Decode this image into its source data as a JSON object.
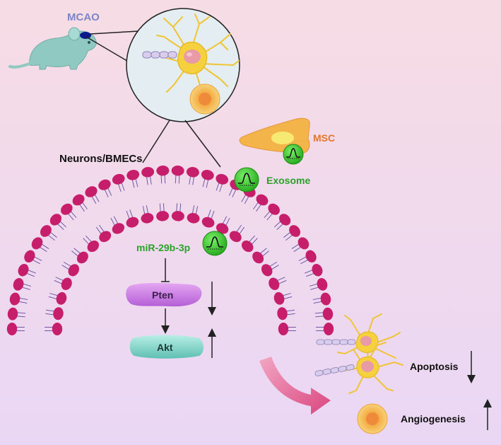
{
  "labels": {
    "mcao": "MCAO",
    "neurons_bmecs": "Neurons/BMECs",
    "msc": "MSC",
    "exosome": "Exosome",
    "mirna": "miR-29b-3p",
    "pten": "Pten",
    "akt": "Akt",
    "apoptosis": "Apoptosis",
    "angiogenesis": "Angiogenesis"
  },
  "colors": {
    "background_top": "#F5DDE6",
    "background_bottom": "#EAD8F4",
    "membrane_head": "#C71E6C",
    "membrane_tail": "#6E5BA6",
    "mouse": "#8FC9C2",
    "mcao_label": "#7B86C9",
    "msc_label": "#E3762A",
    "exosome": "#3BC72E",
    "exosome_label": "#2BA12A",
    "pten": "#C77BE0",
    "akt": "#7FD1C5",
    "neuron": "#F4D13D",
    "bmec": "#F2B84C",
    "curved_arrow": "#E0679A"
  },
  "icons": [
    "mouse-icon",
    "neuron-icon",
    "bmec-cell-icon",
    "msc-cell-icon",
    "exosome-icon"
  ],
  "regulation": {
    "pten": "down",
    "akt": "up",
    "apoptosis": "down",
    "angiogenesis": "up"
  }
}
